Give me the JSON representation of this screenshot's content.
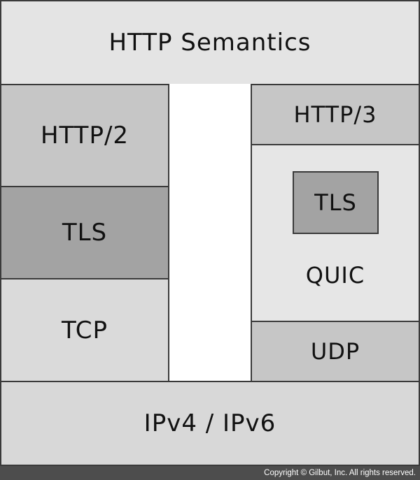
{
  "diagram": {
    "top": {
      "label": "HTTP Semantics"
    },
    "left_stack": {
      "app": "HTTP/2",
      "security": "TLS",
      "transport": "TCP"
    },
    "right_stack": {
      "app": "HTTP/3",
      "security": "TLS",
      "transport": "QUIC",
      "datagram": "UDP"
    },
    "bottom": {
      "label": "IPv4 / IPv6"
    }
  },
  "footer": {
    "copyright": "Copyright © Gilbut, Inc. All rights reserved."
  },
  "colors": {
    "border": "#3a3a3a",
    "light_fill": "#e4e4e4",
    "mid_fill": "#c6c6c6",
    "dark_fill": "#a3a3a3",
    "footer_bar": "#4d4d4d"
  }
}
